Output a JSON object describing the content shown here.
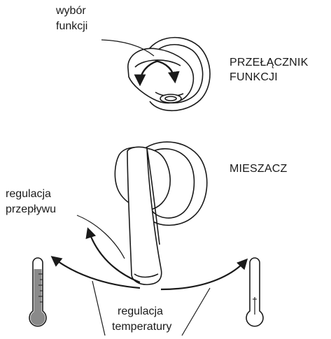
{
  "labels": {
    "function_select": [
      "wybór",
      "funkcji"
    ],
    "function_switch": [
      "PRZEŁĄCZNIK",
      "FUNKCJI"
    ],
    "mixer": "MIESZACZ",
    "flow_regulation": [
      "regulacja",
      "przepływu"
    ],
    "temperature_regulation": [
      "regulacja",
      "temperatury"
    ]
  },
  "colors": {
    "line": "#1a1a1a",
    "hot_fill": "#8a8a8a",
    "cold_fill": "#ffffff",
    "background": "#ffffff"
  },
  "icons": {
    "hot": "thermometer-hot-icon",
    "cold": "thermometer-cold-icon"
  }
}
